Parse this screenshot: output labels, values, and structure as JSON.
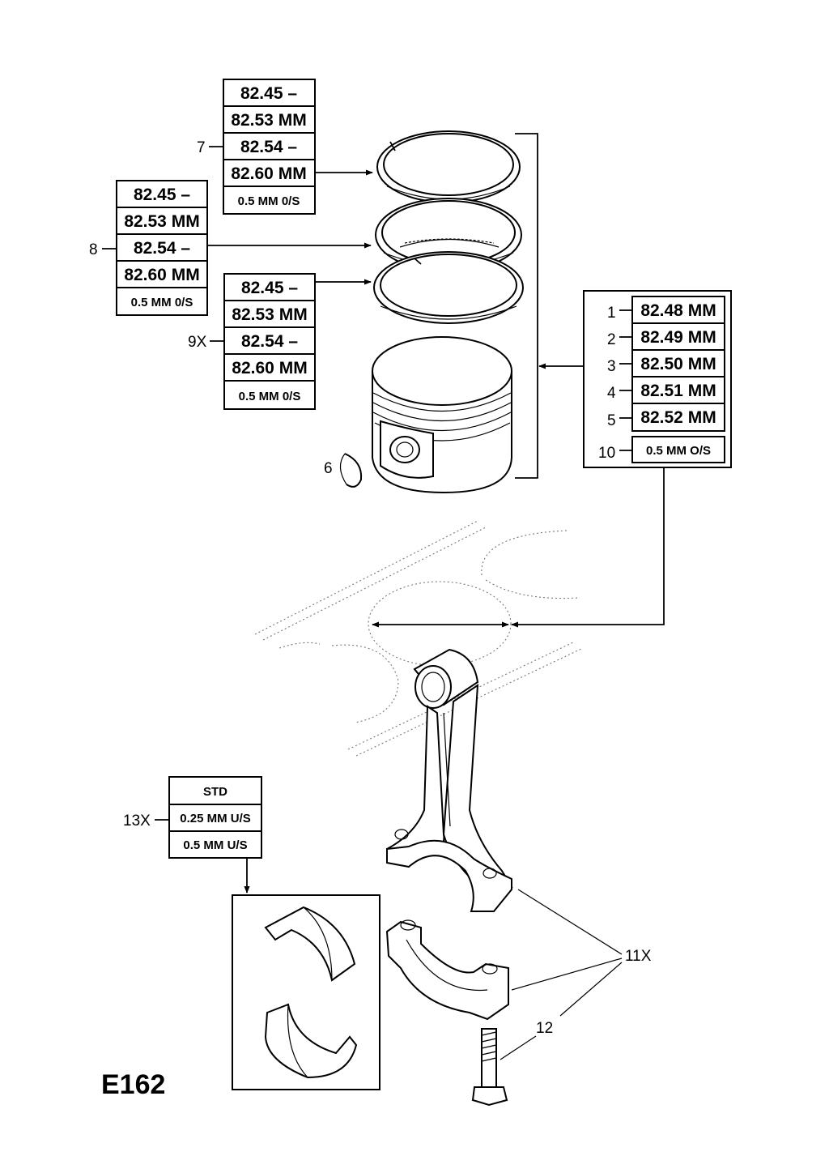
{
  "diagram": {
    "code": "E162",
    "callouts": {
      "c1": "1",
      "c2": "2",
      "c3": "3",
      "c4": "4",
      "c5": "5",
      "c6": "6",
      "c7": "7",
      "c8": "8",
      "c9x": "9X",
      "c10": "10",
      "c11x": "11X",
      "c12": "12",
      "c13x": "13X"
    },
    "ring_table_7": [
      "82.45 –",
      "82.53 MM",
      "82.54 –",
      "82.60 MM",
      "0.5 MM 0/S"
    ],
    "ring_table_8": [
      "82.45 –",
      "82.53 MM",
      "82.54 –",
      "82.60 MM",
      "0.5 MM 0/S"
    ],
    "ring_table_9x": [
      "82.45 –",
      "82.53 MM",
      "82.54 –",
      "82.60 MM",
      "0.5 MM 0/S"
    ],
    "piston_table": [
      "82.48 MM",
      "82.49 MM",
      "82.50 MM",
      "82.51 MM",
      "82.52 MM",
      "0.5 MM O/S"
    ],
    "bearing_table": [
      "STD",
      "0.25 MM U/S",
      "0.5 MM U/S"
    ]
  }
}
